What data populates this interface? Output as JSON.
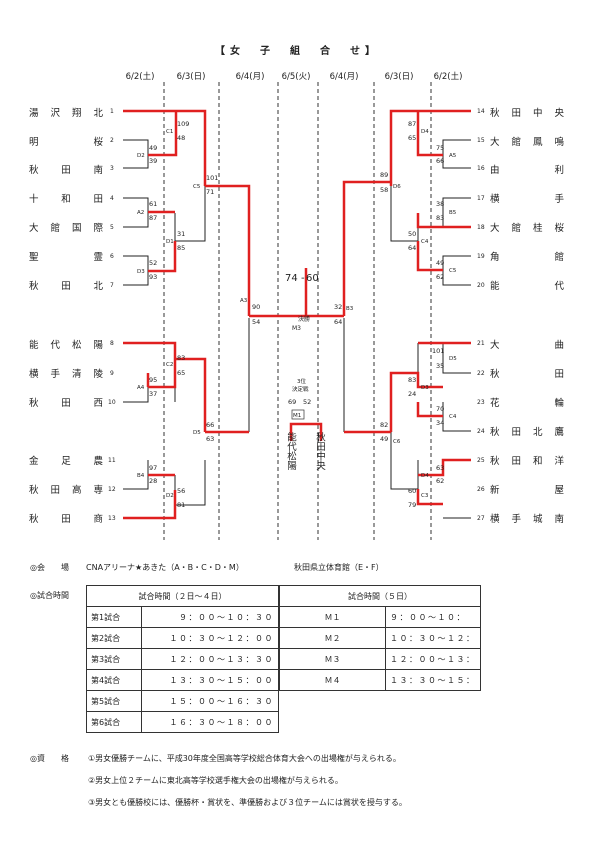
{
  "title": "【女　子　組　合　せ】",
  "dates": [
    "6/2(土)",
    "6/3(日)",
    "6/4(月)",
    "6/5(火)",
    "6/4(月)",
    "6/3(日)",
    "6/2(土)"
  ],
  "left_teams": [
    {
      "name": "湯沢翔北",
      "no": "1"
    },
    {
      "name": "明桜",
      "no": "2"
    },
    {
      "name": "秋田南",
      "no": "3"
    },
    {
      "name": "十和田",
      "no": "4"
    },
    {
      "name": "大館国際",
      "no": "5"
    },
    {
      "name": "聖霊",
      "no": "6"
    },
    {
      "name": "秋田北",
      "no": "7"
    },
    {
      "name": "能代松陽",
      "no": "8"
    },
    {
      "name": "横手清陵",
      "no": "9"
    },
    {
      "name": "秋田西",
      "no": "10"
    },
    {
      "name": "金足農",
      "no": "11"
    },
    {
      "name": "秋田高専",
      "no": "12"
    },
    {
      "name": "秋田商",
      "no": "13"
    }
  ],
  "right_teams": [
    {
      "name": "秋田中央",
      "no": "14"
    },
    {
      "name": "大館鳳鳴",
      "no": "15"
    },
    {
      "name": "由利",
      "no": "16"
    },
    {
      "name": "横手",
      "no": "17"
    },
    {
      "name": "大館桂桜",
      "no": "18"
    },
    {
      "name": "角館",
      "no": "19"
    },
    {
      "name": "能代",
      "no": "20"
    },
    {
      "name": "大曲",
      "no": "21"
    },
    {
      "name": "秋田",
      "no": "22"
    },
    {
      "name": "花輪",
      "no": "23"
    },
    {
      "name": "秋田北鷹",
      "no": "24"
    },
    {
      "name": "秋田和洋",
      "no": "25"
    },
    {
      "name": "新屋",
      "no": "26"
    },
    {
      "name": "横手城南",
      "no": "27"
    }
  ],
  "game_codes": [
    "C1",
    "D2",
    "A2",
    "D1",
    "D3",
    "C5",
    "A4",
    "C2",
    "B4",
    "D2",
    "D5",
    "A3",
    "D4",
    "A5",
    "D6",
    "B5",
    "C4",
    "C5",
    "B3",
    "D5",
    "D3",
    "C4",
    "D4",
    "C3",
    "C6"
  ],
  "scores": [
    "109",
    "48",
    "49",
    "39",
    "61",
    "87",
    "31",
    "85",
    "52",
    "93",
    "101",
    "71",
    "95",
    "37",
    "83",
    "65",
    "97",
    "28",
    "56",
    "81",
    "66",
    "63",
    "90",
    "54",
    "87",
    "65",
    "75",
    "66",
    "89",
    "58",
    "38",
    "83",
    "50",
    "64",
    "49",
    "62",
    "32",
    "64",
    "101",
    "35",
    "83",
    "24",
    "70",
    "34",
    "63",
    "62",
    "60",
    "79",
    "82",
    "49"
  ],
  "final": {
    "score_a": "74",
    "score_b": "60",
    "label": "決勝",
    "code": "M3"
  },
  "third": {
    "label1": "3位",
    "label2": "決定戦",
    "score_a": "69",
    "score_b": "52",
    "code": "M1",
    "left_name": "能代松陽",
    "right_name": "秋田中央"
  },
  "venue": {
    "label": "◎会　　場",
    "main": "CNAアリーナ★あきた（A・B・C・D・M）",
    "sub": "秋田県立体育館（E・F）"
  },
  "schedule": {
    "label": "◎試合時間",
    "head1": "試合時間（２日～４日）",
    "head2": "試合時間（５日）",
    "rows": [
      {
        "n": "第1試合",
        "t": "９：００～１０：３０",
        "m": "Ｍ１",
        "mt": "９：００～１０："
      },
      {
        "n": "第2試合",
        "t": "１０：３０～１２：００",
        "m": "Ｍ２",
        "mt": "１０：３０～１２："
      },
      {
        "n": "第3試合",
        "t": "１２：００～１３：３０",
        "m": "Ｍ３",
        "mt": "１２：００～１３："
      },
      {
        "n": "第4試合",
        "t": "１３：３０～１５：００",
        "m": "Ｍ４",
        "mt": "１３：３０～１５："
      },
      {
        "n": "第5試合",
        "t": "１５：００～１６：３０"
      },
      {
        "n": "第6試合",
        "t": "１６：３０～１８：００"
      }
    ]
  },
  "qualifications": {
    "label": "◎資　　格",
    "items": [
      "①男女優勝チームに、平成30年度全国高等学校総合体育大会への出場権が与えられる。",
      "②男女上位２チームに東北高等学校選手権大会の出場権が与えられる。",
      "③男女とも優勝校には、優勝杯・賞状を、準優勝および３位チームには賞状を授与する。"
    ]
  }
}
